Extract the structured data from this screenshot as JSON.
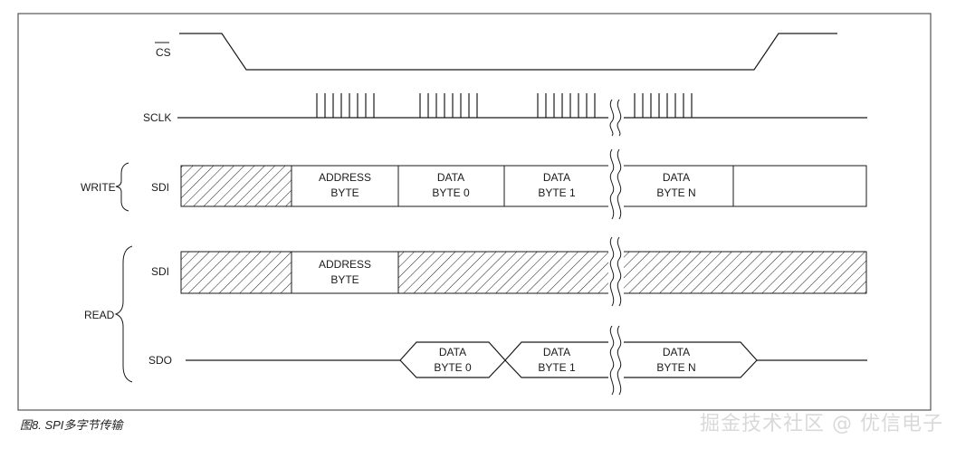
{
  "signals": {
    "cs": "CS",
    "sclk": "SCLK",
    "write_sdi": "SDI",
    "read_sdi": "SDI",
    "sdo": "SDO"
  },
  "groups": {
    "write": "WRITE",
    "read": "READ"
  },
  "write_sdi": {
    "address": [
      "ADDRESS",
      "BYTE"
    ],
    "data0": [
      "DATA",
      "BYTE 0"
    ],
    "data1": [
      "DATA",
      "BYTE 1"
    ],
    "dataN": [
      "DATA",
      "BYTE N"
    ]
  },
  "read_sdi": {
    "address": [
      "ADDRESS",
      "BYTE"
    ]
  },
  "sdo": {
    "data0": [
      "DATA",
      "BYTE 0"
    ],
    "data1": [
      "DATA",
      "BYTE 1"
    ],
    "dataN": [
      "DATA",
      "BYTE N"
    ]
  },
  "caption": "图8. SPI多字节传输",
  "watermark": "掘金技术社区 @ 优信电子",
  "colors": {
    "line": "#1a1a1a",
    "frame": "#333333",
    "watermark": "#d9d9d9"
  }
}
